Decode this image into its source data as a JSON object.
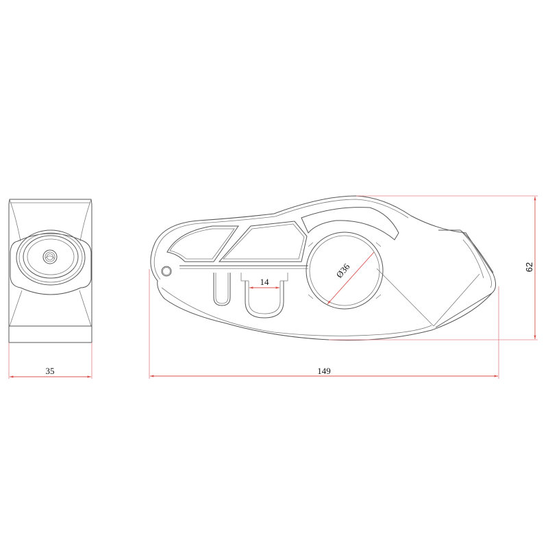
{
  "drawing": {
    "type": "technical-dimension-drawing",
    "views": [
      {
        "name": "side-view",
        "description": "end view with threaded mount hole"
      },
      {
        "name": "front-view",
        "description": "clamp profile with tube bore"
      }
    ],
    "colors": {
      "outline": "#555555",
      "dimension": "#d9534f",
      "background": "#ffffff",
      "text": "#111111"
    }
  },
  "dimensions": {
    "side_width": {
      "value": "35",
      "unit": "mm"
    },
    "overall_length": {
      "value": "149",
      "unit": "mm"
    },
    "overall_height": {
      "value": "62",
      "unit": "mm"
    },
    "slot_width": {
      "value": "14",
      "unit": "mm"
    },
    "bore_diameter": {
      "value": "36",
      "symbol": "Ø",
      "label": "Ø36",
      "unit": "mm"
    }
  }
}
